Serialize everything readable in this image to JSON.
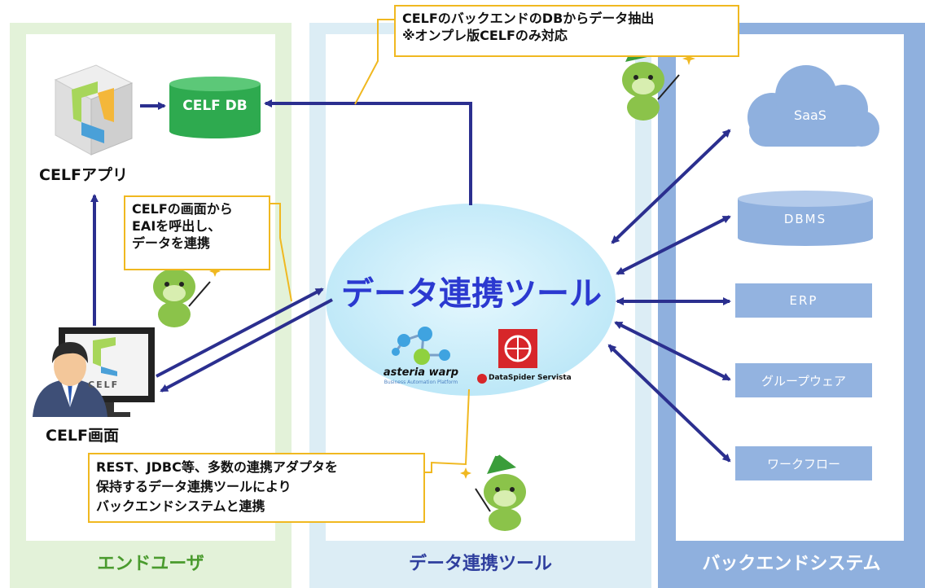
{
  "columns": {
    "end_user": "エンドユーザ",
    "data_tool": "データ連携ツール",
    "backend": "バックエンドシステム"
  },
  "center_title": "データ連携ツール",
  "celf_db": "CELF DB",
  "celf_app": "CELFアプリ",
  "celf_screen": "CELF画面",
  "monitor_logo": "CELF",
  "callouts": {
    "top_line1": "CELFのバックエンドのDBからデータ抽出",
    "top_line2": "※オンプレ版CELFのみ対応",
    "left_line1": "CELFの画面から",
    "left_line2": "EAIを呼出し、",
    "left_line3": "データを連携",
    "bottom_line1": "REST、JDBC等、多数の連携アダプタを",
    "bottom_line2": "保持するデータ連携ツールにより",
    "bottom_line3": "バックエンドシステムと連携"
  },
  "logos": {
    "asteria": "asteria warp",
    "asteria_sub": "Business Automation Platform",
    "dataspider": "DataSpider Servista"
  },
  "backend_systems": {
    "saas": "SaaS",
    "dbms": "DBMS",
    "erp": "ERP",
    "groupware": "グループウェア",
    "workflow": "ワークフロー"
  },
  "colors": {
    "user_panel": "#e3f2d9",
    "tool_panel": "#dcedf5",
    "backend_panel": "#8fb0de",
    "arrow": "#2b2f8f",
    "db_green": "#2eaa4f",
    "callout_border": "#f0b820",
    "backend_box": "#93b3e0",
    "ellipse": "#cfeefb"
  }
}
